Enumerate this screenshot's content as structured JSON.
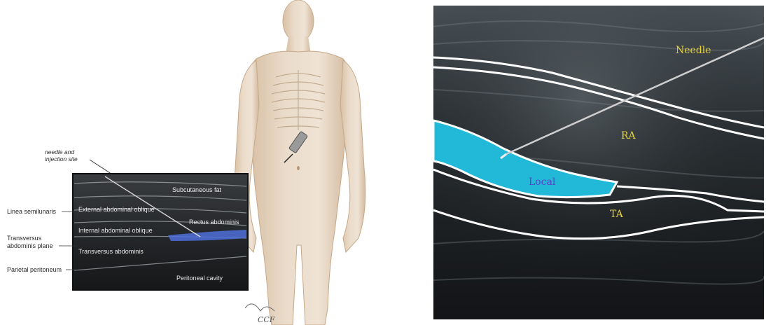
{
  "illustration": {
    "callout": [
      "needle and",
      "injection site"
    ],
    "inset_labels": {
      "subcutaneous_fat": "Subcutaneous fat",
      "external_oblique": "External abdominal oblique",
      "rectus": "Rectus abdominis",
      "internal_oblique": "Internal abdominal oblique",
      "transversus": "Transversus abdominis",
      "peritoneal_cavity": "Peritoneal cavity"
    },
    "side_labels": {
      "linea": "Linea semilunaris",
      "tap_line1": "Transversus",
      "tap_line2": "abdominis plane",
      "parietal": "Parietal peritoneum"
    },
    "signature": "CCF",
    "colors": {
      "skin": "#eadbc9",
      "skin_shadow": "#d7bfa4",
      "tap_highlight": "#4d6fd8"
    }
  },
  "ultrasound": {
    "labels": {
      "needle": "Needle",
      "ra": "RA",
      "local": "Local",
      "ta": "TA"
    },
    "colors": {
      "annotation": "#e6d23a",
      "local_fill": "#22b9d9",
      "local_text": "#5a3fc7",
      "outline": "#ffffff"
    }
  }
}
